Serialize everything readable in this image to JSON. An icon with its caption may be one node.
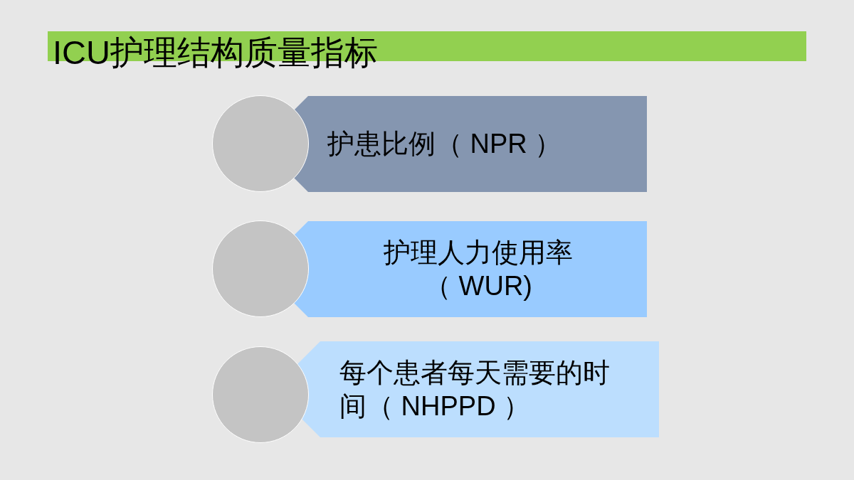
{
  "diagram": {
    "title": "ICU护理结构质量指标",
    "nodes": [
      {
        "text": [],
        "shape": "bar"
      },
      {
        "text": [],
        "shape": "circle"
      },
      {
        "text": [
          "护患比例（ NPR ）"
        ]
      },
      {
        "text": [],
        "shape": "circle"
      },
      {
        "text": [
          "护理人力使用率（ WUR)"
        ]
      },
      {
        "text": [],
        "shape": "circle"
      },
      {
        "text": [
          "每个患者每天需要的时间（ NHPPD ）"
        ]
      }
    ]
  }
}
